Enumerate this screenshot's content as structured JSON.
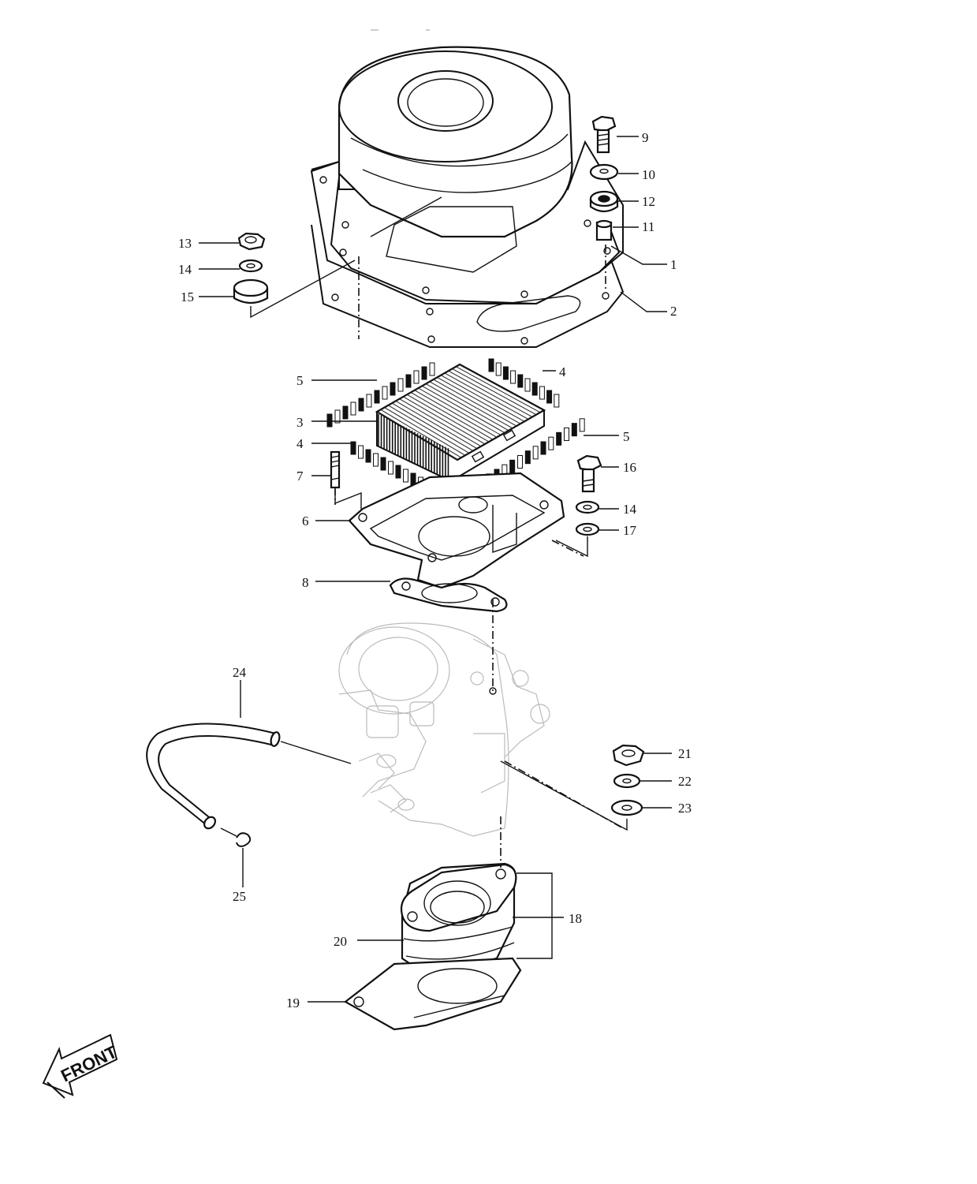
{
  "diagram": {
    "front_label": "FRONT",
    "callouts": [
      {
        "id": "c1",
        "text": "1"
      },
      {
        "id": "c2",
        "text": "2"
      },
      {
        "id": "c3",
        "text": "3"
      },
      {
        "id": "c4a",
        "text": "4"
      },
      {
        "id": "c4b",
        "text": "4"
      },
      {
        "id": "c5a",
        "text": "5"
      },
      {
        "id": "c5b",
        "text": "5"
      },
      {
        "id": "c6",
        "text": "6"
      },
      {
        "id": "c7",
        "text": "7"
      },
      {
        "id": "c8",
        "text": "8"
      },
      {
        "id": "c9",
        "text": "9"
      },
      {
        "id": "c10",
        "text": "10"
      },
      {
        "id": "c11",
        "text": "11"
      },
      {
        "id": "c12",
        "text": "12"
      },
      {
        "id": "c13",
        "text": "13"
      },
      {
        "id": "c14a",
        "text": "14"
      },
      {
        "id": "c14b",
        "text": "14"
      },
      {
        "id": "c15",
        "text": "15"
      },
      {
        "id": "c16",
        "text": "16"
      },
      {
        "id": "c17",
        "text": "17"
      },
      {
        "id": "c18",
        "text": "18"
      },
      {
        "id": "c19",
        "text": "19"
      },
      {
        "id": "c20",
        "text": "20"
      },
      {
        "id": "c21",
        "text": "21"
      },
      {
        "id": "c22",
        "text": "22"
      },
      {
        "id": "c23",
        "text": "23"
      },
      {
        "id": "c24",
        "text": "24"
      },
      {
        "id": "c25",
        "text": "25"
      }
    ]
  }
}
